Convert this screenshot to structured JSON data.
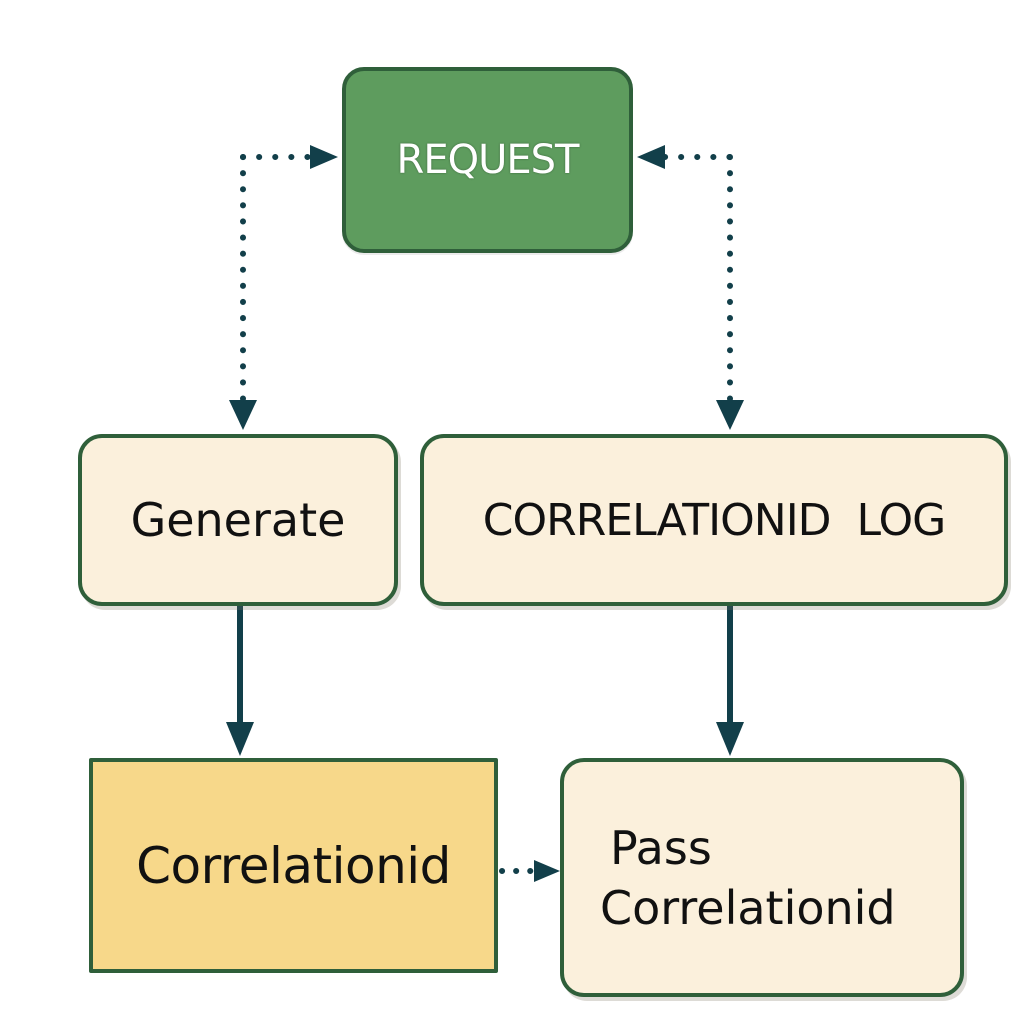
{
  "nodes": {
    "request": {
      "label": "REQUEST"
    },
    "generate": {
      "label": "Generate"
    },
    "log": {
      "label": "CORRELATIONID  LOG"
    },
    "correlationid": {
      "label": "Correlationid"
    },
    "pass": {
      "line1": "Pass",
      "line2": "Correlationid"
    }
  },
  "colors": {
    "request_fill": "#5e9c5e",
    "box_fill": "#fbf0dc",
    "highlight_fill": "#f7d88a",
    "border": "#2f5f3a",
    "arrow": "#123f4a"
  }
}
